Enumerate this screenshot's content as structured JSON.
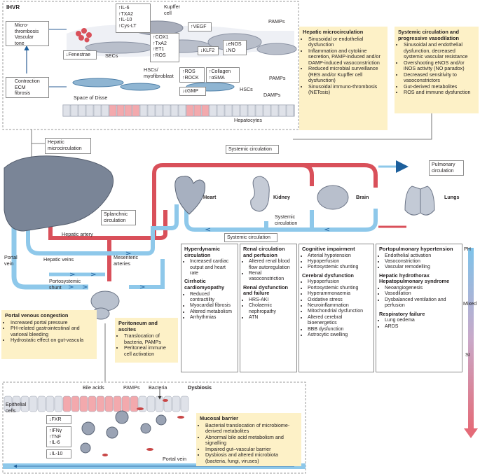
{
  "ihvr": {
    "title": "IHVR",
    "box1": [
      "Micro-",
      "thrombosis",
      "Vascular",
      "tone"
    ],
    "box2": [
      "Contraction",
      "ECM",
      "fibrosis"
    ]
  },
  "top": {
    "kupffer_markers": [
      "↑IL-6",
      "↑TXA2",
      "↑IL-10",
      "↑Cys-LT"
    ],
    "kupffer_label": [
      "Kupffer",
      "cell"
    ],
    "fenestrae": "↓Fenestrae",
    "secs": "SECs",
    "cox": [
      "↑COX1",
      "↑TxA2",
      "↑ET1",
      "↑ROS"
    ],
    "vegf": "↑VEGF",
    "klf2": "↓KLF2",
    "enos": [
      "↓eNOS",
      "↓NO"
    ],
    "pamps1": "PAMPs",
    "pamps2": "PAMPs",
    "damps": "DAMPs",
    "hscs_label": [
      "HSCs/",
      "myofibroblast"
    ],
    "ros_box": [
      "↑ROS",
      "↑ROCK"
    ],
    "collagen": [
      "↑Collagen",
      "↑αSMA"
    ],
    "cgmp": "↓cGMP",
    "hscs": "HSCs",
    "disse": "Space of Disse",
    "hepatocytes": "Hepatocytes"
  },
  "hepatic_micro": {
    "title": "Hepatic microcirculation",
    "items": [
      "Sinusoidal or endothelial dysfunction",
      "Inflammation and cytokine secretion, PAMP-induced and/or DAMP-induced vasoconstriction",
      "Reduced microbial surveillance (RES and/or Kupffer cell dysfunction)",
      "Sinusoidal immuno-thrombosis (NETosis)"
    ]
  },
  "systemic_box": {
    "title": "Systemic circulation and progressive vasodilation",
    "items": [
      "Sinusoidal and endothelial dysfunction, decreased systemic vascular resistance",
      "Overshooting eNOS and/or iNOS activity (NO paradox)",
      "Decreased sensitivity to vasoconstrictors",
      "Gut-derived metabolites",
      "ROS and immune dysfunction"
    ]
  },
  "middle": {
    "hepatic_micro_label": [
      "Hepatic",
      "microcirculation"
    ],
    "systemic_circ_top": "Systemic circulation",
    "systemic_circ_bottom": "Systemic circulation",
    "systemic_circ_mid": [
      "Systemic",
      "circulation"
    ],
    "pulmonary": [
      "Pulmonary",
      "circulation"
    ],
    "heart": "Heart",
    "kidney": "Kidney",
    "brain": "Brain",
    "lungs": "Lungs",
    "splanchnic": [
      "Splanchnic",
      "circulation"
    ],
    "hepatic_artery": "Hepatic artery",
    "hepatic_veins": "Hepatic veins",
    "mesenteric": [
      "Mesenteric",
      "arteries"
    ],
    "portal_vein": [
      "Portal",
      "vein"
    ],
    "portosystemic": [
      "Portosystemic",
      "shunt"
    ]
  },
  "portal_box": {
    "title": "Portal venous congestion",
    "items": [
      "Increased portal pressure",
      "PH-related gastrointestinal and variceal bleeding",
      "Hydrostatic effect on gut-vascula"
    ]
  },
  "peritoneum_box": {
    "title": "Peritoneum and ascites",
    "items": [
      "Translocation of bacteria, PAMPs",
      "Peritoneal immune cell activation"
    ]
  },
  "col1": {
    "title1": "Hyperdynamic circulation",
    "items1": [
      "Increased cardiac output and heart rate"
    ],
    "title2": "Cirrhotic cardiomyopathy",
    "items2": [
      "Reduced contractility",
      "Myocardial fibrosis",
      "Altered metabolism",
      "Arrhythmias"
    ]
  },
  "col2": {
    "title1": "Renal circulation and perfusion",
    "items1": [
      "Altered renal blood flow autoregulation",
      "Renal vasoconstriction"
    ],
    "title2": "Renal dysfunction and failure",
    "items2": [
      "HRS-AKI",
      "Cholaemic nephropathy",
      "ATN"
    ]
  },
  "col3": {
    "title1": "Cognitive impairment",
    "items1": [
      "Arterial hypotension",
      "Hypoperfusion",
      "Portosystemic shunting"
    ],
    "title2": "Cerebral dysfunction",
    "items2": [
      "Hypoperfusion",
      "Portosystemic shunting",
      "Hyperammonaemia",
      "Oxidative stress",
      "Neuroinflammation",
      "Mitochondrial dysfunction",
      "Altered cerebral bioenergetics",
      "BBB dysfunction",
      "Astrocytic swelling"
    ]
  },
  "col4": {
    "title1": "Portopulmonary hypertension",
    "items1": [
      "Endothelial activation",
      "Vasoconstriction",
      "Vascular remodelling"
    ],
    "title2": "Hepatic hydrothorax Hepatopulmonary syndrome",
    "items2": [
      "Neoangiogenesis",
      "Vasodilation",
      "Dysbalanced ventilation and perfusion"
    ],
    "title3": "Respiratory failure",
    "items3": [
      "Lung oedema",
      "ARDS"
    ]
  },
  "scale": {
    "top": "PH",
    "mid": "Mixed",
    "bottom": "SI"
  },
  "gut": {
    "bile_acids": "Bile acids",
    "pamps": "PAMPs",
    "bacteria": "Bacteria",
    "dysbiosis": "Dysbiosis",
    "epithelial": [
      "Epithelial",
      "cells"
    ],
    "fxr": "↓FXR",
    "cytokines": [
      "↑IFNγ",
      "↑TNF",
      "↑IL-6"
    ],
    "il10": "↓IL-10",
    "portal_vein": "Portal vein"
  },
  "mucosal_box": {
    "title": "Mucosal barrier",
    "items": [
      "Bacterial translocation of microbiome-derived metabolites",
      "Abnormal bile acid metabolism and signalling",
      "Impaired gut–vascular barrier",
      "Dysbiosis and altered microbiota (bacteria, fungi, viruses)"
    ]
  },
  "colors": {
    "artery": "#d9505a",
    "vein": "#8ec8ea",
    "liver": "#7a8597",
    "yellow": "#fdf1c7",
    "cell_pink": "#f3a9ad"
  }
}
